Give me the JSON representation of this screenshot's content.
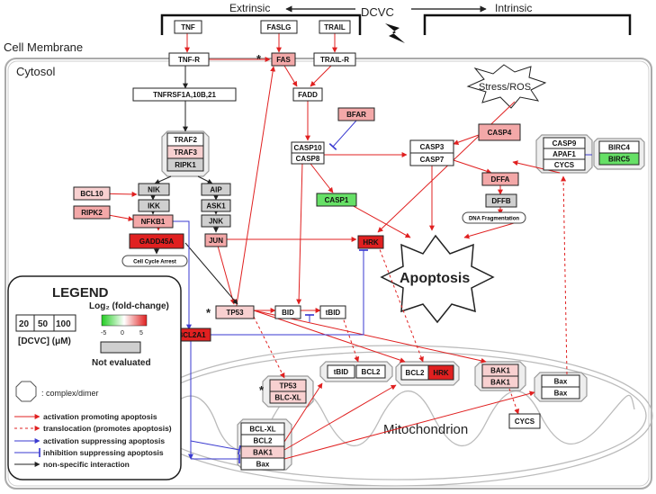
{
  "colors": {
    "activation": "#e02020",
    "suppression": "#3a3ad0",
    "nonspecific": "#333333",
    "level1": "#f8d0d0",
    "level2": "#f3a8a8",
    "level3": "#e02020",
    "green": "#66e066",
    "grey": "#cfcfcf",
    "white": "#ffffff"
  },
  "header": {
    "extrinsic": "Extrinsic",
    "dcvc": "DCVC",
    "intrinsic": "Intrinsic",
    "lightning_icon": "lightning-icon"
  },
  "regions": {
    "cell_membrane": "Cell Membrane",
    "cytosol": "Cytosol",
    "mitochondrion": "Mitochondrion",
    "stress": "Stress/ROS",
    "apoptosis": "Apoptosis"
  },
  "nodes": {
    "tnf": "TNF",
    "faslg": "FASLG",
    "trail": "TRAIL",
    "tnfr": "TNF-R",
    "fas": "FAS",
    "trailr": "TRAIL-R",
    "tnfrsf": "TNFRSF1A,10B,21",
    "fadd": "FADD",
    "bfar": "BFAR",
    "traf2": "TRAF2",
    "traf3": "TRAF3",
    "ripk1": "RIPK1",
    "casp10": "CASP10",
    "casp8": "CASP8",
    "casp3": "CASP3",
    "casp7": "CASP7",
    "casp4": "CASP4",
    "casp9": "CASP9",
    "apaf1": "APAF1",
    "cycs_complex": "CYCS",
    "birc4": "BIRC4",
    "birc5": "BIRC5",
    "nik": "NIK",
    "aip": "AIP",
    "bcl10": "BCL10",
    "ikk": "IKK",
    "ask1": "ASK1",
    "ripk2": "RIPK2",
    "nfkb1": "NFKB1",
    "jnk": "JNK",
    "casp1": "CASP1",
    "dffa": "DFFA",
    "dffb": "DFFB",
    "dna_frag": "DNA Fragmentation",
    "gadd45a": "GADD45A",
    "jun": "JUN",
    "hrk": "HRK",
    "cell_cycle_arrest": "Cell Cycle Arrest",
    "tp53": "TP53",
    "bid": "BID",
    "tbid": "tBID",
    "bcl2a1": "BCL2A1",
    "tbid_c": "tBID",
    "bcl2_c": "BCL2",
    "bcl2_hrk": "BCL2",
    "hrk_c": "HRK",
    "bak1_a": "BAK1",
    "bak1_b": "BAK1",
    "tp53_m": "TP53",
    "blcxl": "BLC-XL",
    "bax_a": "Bax",
    "bax_b": "Bax",
    "bclxl": "BCL-XL",
    "bcl2_m": "BCL2",
    "bak1_m": "BAK1",
    "bax_m": "Bax",
    "cycs_m": "CYCS",
    "asterisk": "*"
  },
  "legend": {
    "title": "LEGEND",
    "doses": [
      "20",
      "50",
      "100"
    ],
    "dcvc_label": "[DCVC] (μM)",
    "fold_change": "Log₂ (fold-change)",
    "scale": [
      "-5",
      "0",
      "5"
    ],
    "not_evaluated": "Not evaluated",
    "complex": ": complex/dimer",
    "items": [
      "activation promoting apoptosis",
      "translocation (promotes apoptosis)",
      "activation suppressing apoptosis",
      "inhibition suppressing apoptosis",
      "non-specific interaction"
    ]
  }
}
